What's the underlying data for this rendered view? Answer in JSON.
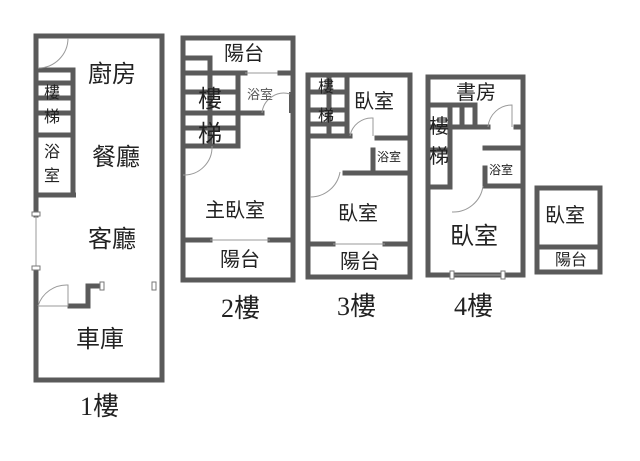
{
  "floors": [
    {
      "name": "1樓",
      "rooms": {
        "kitchen": "廚房",
        "stairs": "樓梯",
        "bath": "浴室",
        "dining": "餐廳",
        "living": "客廳",
        "garage": "車庫"
      }
    },
    {
      "name": "2樓",
      "rooms": {
        "balcony_top": "陽台",
        "stairs_a": "樓",
        "stairs_b": "梯",
        "bath": "浴室",
        "master": "主臥室",
        "balcony": "陽台"
      }
    },
    {
      "name": "3樓",
      "rooms": {
        "stairs_a": "樓",
        "stairs_b": "梯",
        "bedroom_top": "臥室",
        "bath": "浴室",
        "bedroom": "臥室",
        "balcony": "陽台"
      }
    },
    {
      "name": "4樓",
      "rooms": {
        "study": "書房",
        "stairs_a": "樓",
        "stairs_b": "梯",
        "bath": "浴室",
        "bedroom": "臥室"
      }
    },
    {
      "name": "",
      "rooms": {
        "bedroom": "臥室",
        "balcony": "陽台"
      }
    }
  ]
}
